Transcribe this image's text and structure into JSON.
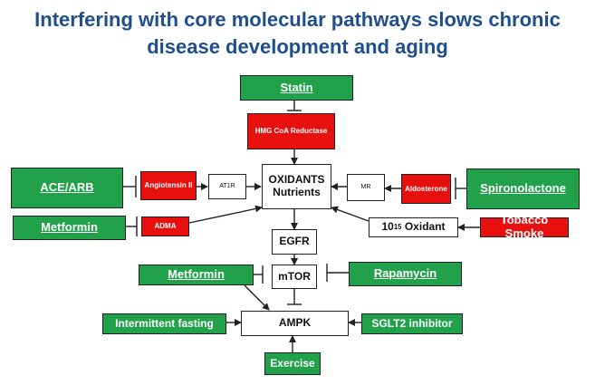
{
  "title": {
    "line1": "Interfering with core molecular pathways slows chronic",
    "line2": "disease development and aging"
  },
  "nodes": {
    "statin": "Statin",
    "hmg": "HMG CoA Reductase",
    "ace_arb": "ACE/ARB",
    "angiotensin": "Angiotensin II",
    "at1r": "AT1R",
    "oxidants_line1": "OXIDANTS",
    "oxidants_line2": "Nutrients",
    "mr": "MR",
    "aldosterone": "Aldosterone",
    "spironolactone": "Spironolactone",
    "metformin_top": "Metformin",
    "adma": "ADMA",
    "oxidant_prefix": "10",
    "oxidant_exp": "15",
    "oxidant_suffix": " Oxidant",
    "tobacco": "Tobacco Smoke",
    "egfr": "EGFR",
    "metformin_bottom": "Metformin",
    "mtor": "mTOR",
    "rapamycin": "Rapamycin",
    "intermittent_fasting": "Intermittent fasting",
    "ampk": "AMPK",
    "sglt2": "SGLT2 inhibitor",
    "exercise": "Exercise"
  },
  "colors": {
    "title": "#1f4e8c",
    "green": "#21a24a",
    "red": "#e8100f"
  }
}
